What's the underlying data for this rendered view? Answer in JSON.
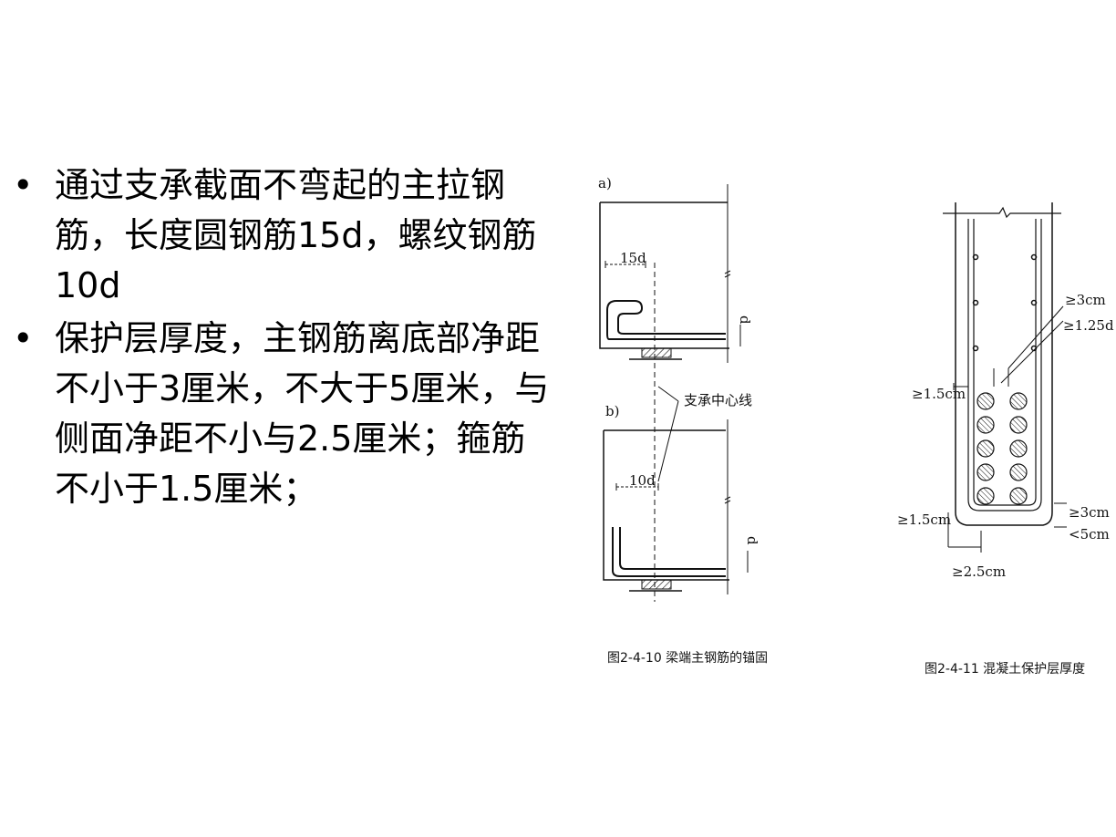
{
  "bullets": [
    {
      "text": "通过支承截面不弯起的主拉钢筋，长度圆钢筋15d，螺纹钢筋10d"
    },
    {
      "text": "保护层厚度，主钢筋离底部净距不小于3厘米，不大于5厘米，与侧面净距不小与2.5厘米；箍筋不小于1.5厘米；"
    }
  ],
  "figure_left": {
    "label_a": "a)",
    "label_b": "b)",
    "dim_15d": "15d",
    "dim_10d": "10d",
    "dim_d": "d",
    "support_centerline": "支承中心线",
    "caption": "图2-4-10  梁端主钢筋的锚固"
  },
  "figure_right": {
    "dim_3cm_top": "≥3cm",
    "dim_125d": "≥1.25d",
    "dim_15cm_side": "≥1.5cm",
    "dim_15cm_bottom": "≥1.5cm",
    "dim_3cm_bottom": "≥3cm",
    "dim_5cm": "<5cm",
    "dim_25cm": "≥2.5cm",
    "caption": "图2-4-11  混凝土保护层厚度"
  }
}
